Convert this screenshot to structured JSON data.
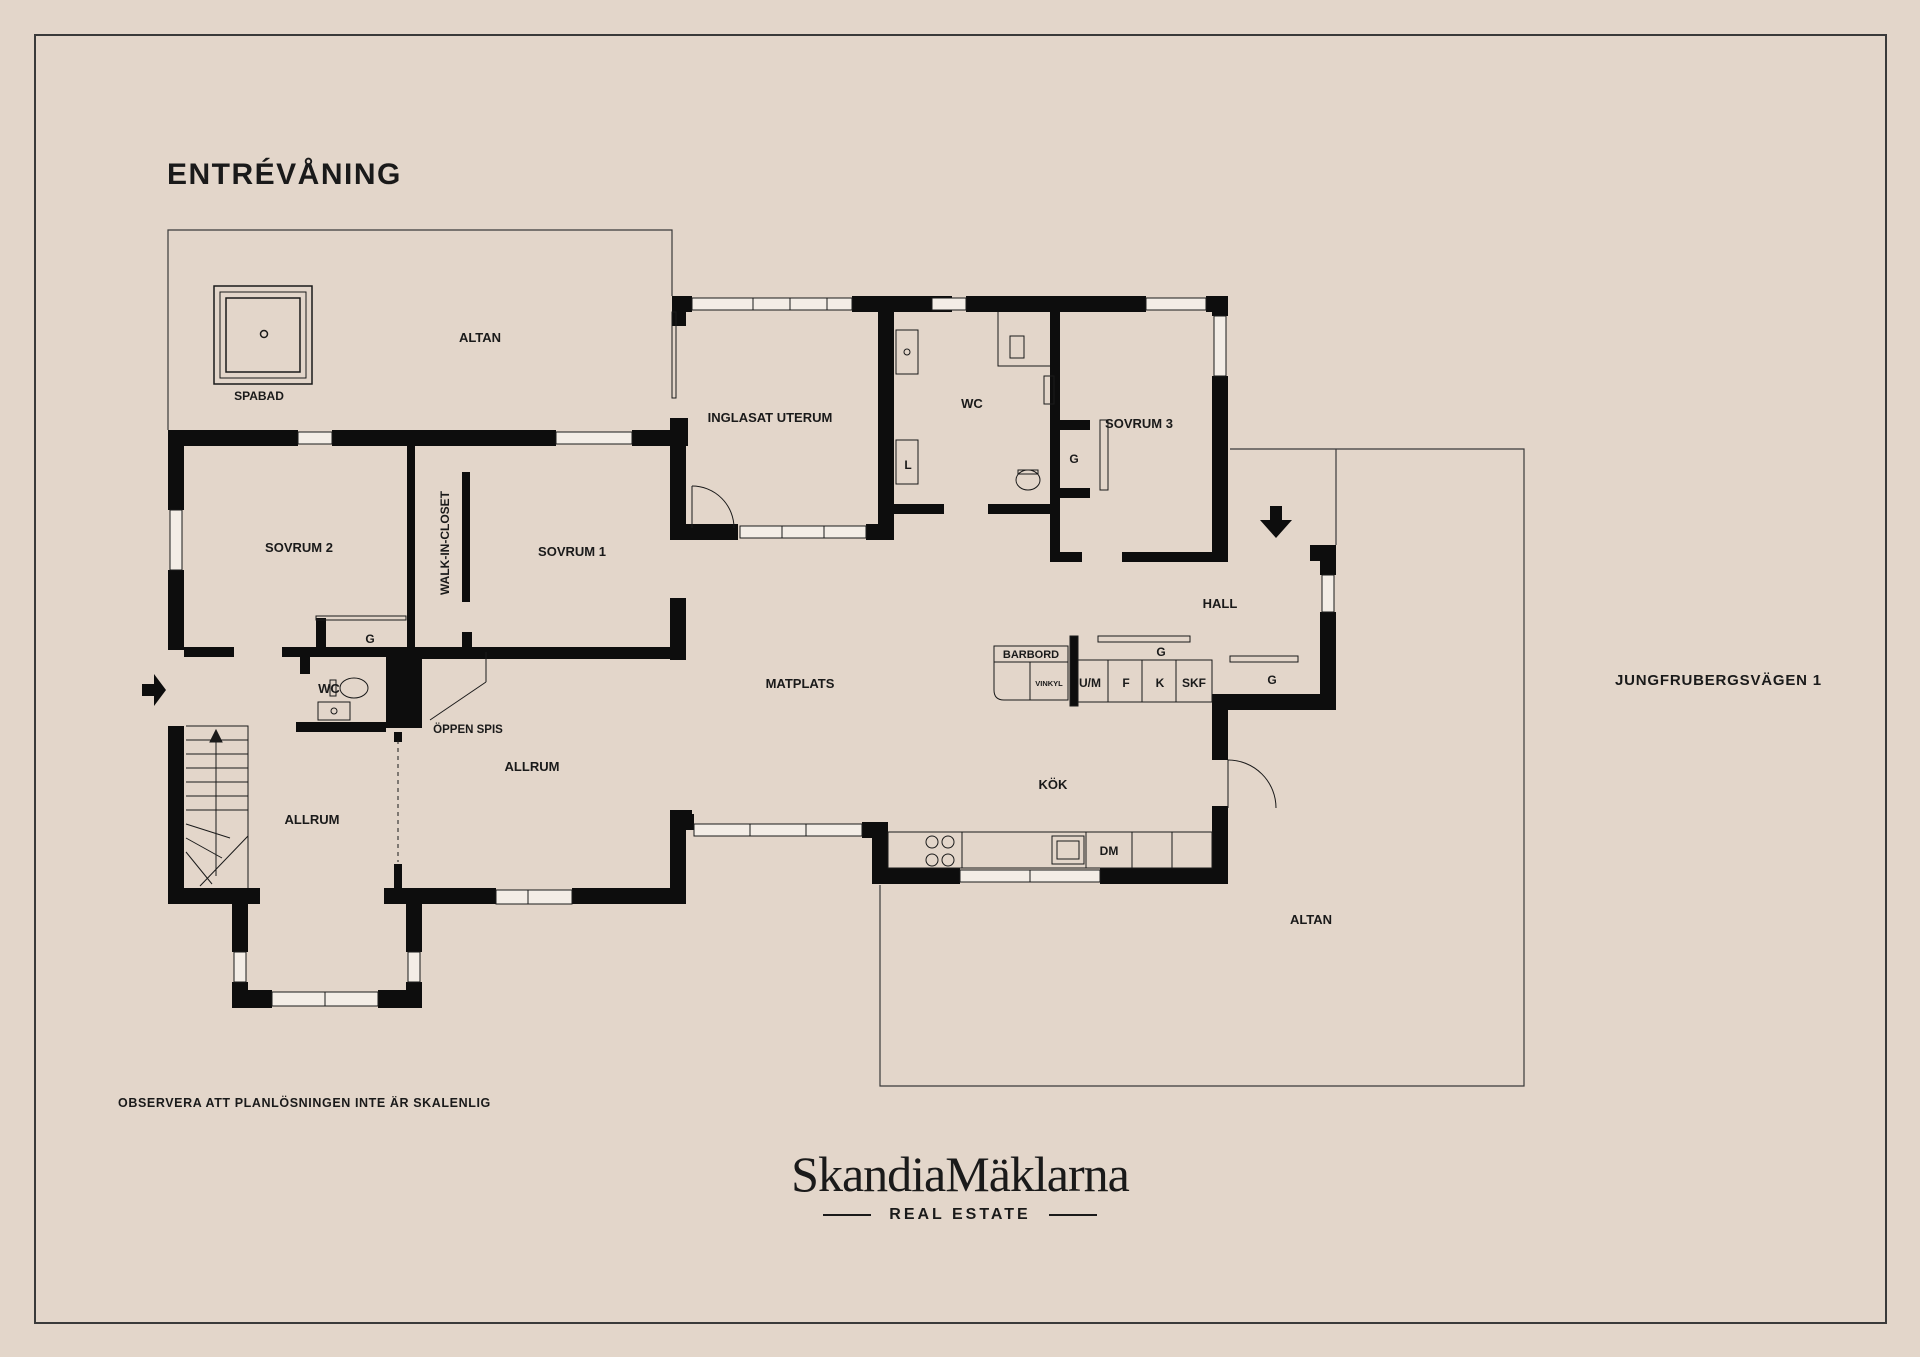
{
  "floor_title": "ENTRÉVÅNING",
  "scale_note": "OBSERVERA ATT PLANLÖSNINGEN INTE ÄR SKALENLIG",
  "address": "JUNGFRUBERGSVÄGEN 1",
  "brand": {
    "name": "SkandiaMäklarna",
    "tagline": "REAL ESTATE"
  },
  "rooms": {
    "altan_top": "ALTAN",
    "spabad": "SPABAD",
    "inglasat_uterum": "INGLASAT UTERUM",
    "wc_upper": "WC",
    "sovrum3": "SOVRUM 3",
    "sovrum2": "SOVRUM 2",
    "walk_in_closet": "WALK-IN-CLOSET",
    "sovrum1": "SOVRUM 1",
    "hall": "HALL",
    "matplats": "MATPLATS",
    "wc_lower": "WC",
    "oppen_spis": "ÖPPEN SPIS",
    "allrum_center": "ALLRUM",
    "allrum_left": "ALLRUM",
    "kok": "KÖK",
    "altan_right": "ALTAN"
  },
  "fixtures": {
    "garderob": "G",
    "laundry": "L",
    "barbord": "BARBORD",
    "vinkyl": "VINKYL",
    "um": "U/M",
    "f": "F",
    "k": "K",
    "skf": "SKF",
    "dm": "DM"
  },
  "colors": {
    "background": "#e3d6ca",
    "wall": "#0d0d0d",
    "line": "#3a3a3a"
  }
}
